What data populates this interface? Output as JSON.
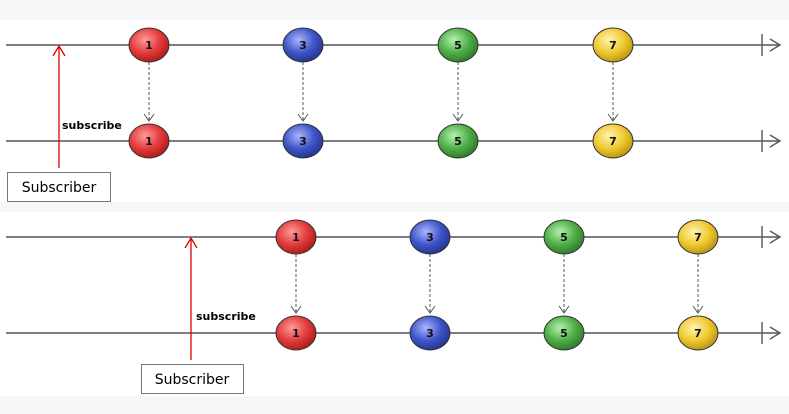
{
  "colors": {
    "background": "#f6f6f8",
    "panel": "#ffffff",
    "timeline": "#555555",
    "subscribe_arrow": "#e00000",
    "red": "#e23b3b",
    "blue": "#3f55c8",
    "green": "#4fae48",
    "yellow": "#f0c830"
  },
  "diagrams": [
    {
      "subscribe_label": "subscribe",
      "subscriber_label": "Subscriber",
      "marbles": [
        {
          "text": "1",
          "color": "red"
        },
        {
          "text": "3",
          "color": "blue"
        },
        {
          "text": "5",
          "color": "green"
        },
        {
          "text": "7",
          "color": "yellow"
        }
      ]
    },
    {
      "subscribe_label": "subscribe",
      "subscriber_label": "Subscriber",
      "marbles": [
        {
          "text": "1",
          "color": "red"
        },
        {
          "text": "3",
          "color": "blue"
        },
        {
          "text": "5",
          "color": "green"
        },
        {
          "text": "7",
          "color": "yellow"
        }
      ]
    }
  ]
}
